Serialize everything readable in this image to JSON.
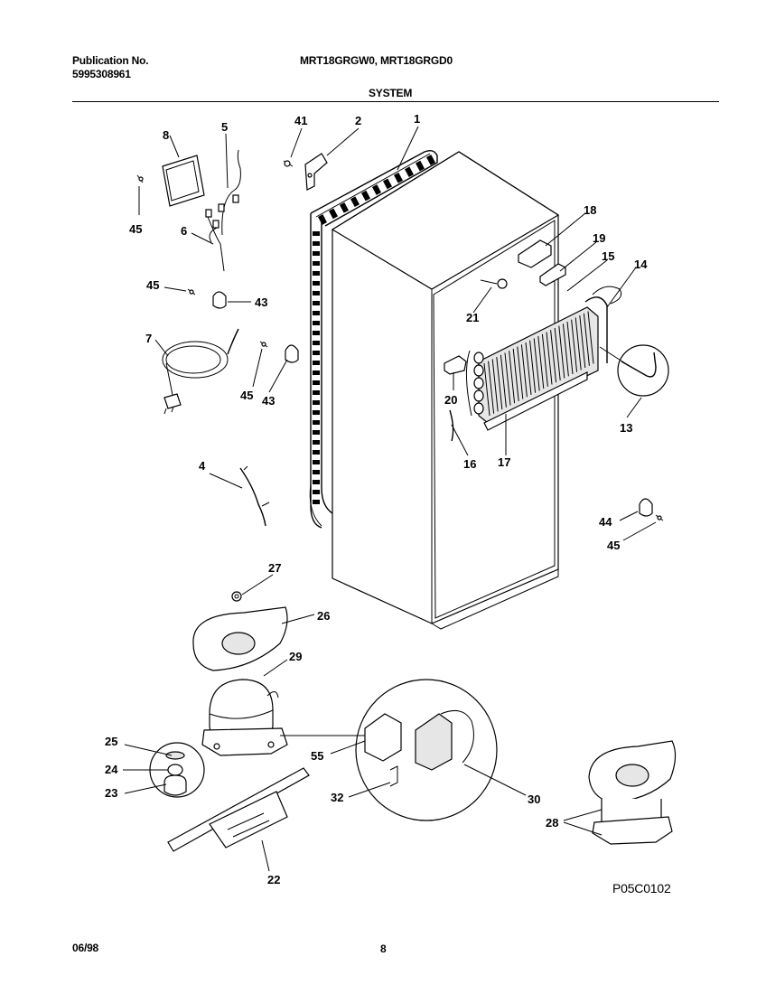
{
  "header": {
    "publication_label": "Publication No.",
    "publication_number": "5995308961",
    "models": "MRT18GRGW0, MRT18GRGD0",
    "section": "SYSTEM"
  },
  "footer": {
    "date": "06/98",
    "page": "8",
    "diagram_code": "P05C0102"
  },
  "callouts": {
    "c1": "1",
    "c2": "2",
    "c41": "41",
    "c5": "5",
    "c8": "8",
    "c45a": "45",
    "c6": "6",
    "c45b": "45",
    "c43a": "43",
    "c7": "7",
    "c45c": "45",
    "c43b": "43",
    "c18": "18",
    "c19": "19",
    "c15": "15",
    "c14": "14",
    "c21": "21",
    "c20": "20",
    "c13": "13",
    "c16": "16",
    "c17": "17",
    "c4": "4",
    "c44": "44",
    "c45d": "45",
    "c27": "27",
    "c26": "26",
    "c29": "29",
    "c25": "25",
    "c24": "24",
    "c23": "23",
    "c55": "55",
    "c32": "32",
    "c30": "30",
    "c28": "28",
    "c22": "22"
  }
}
